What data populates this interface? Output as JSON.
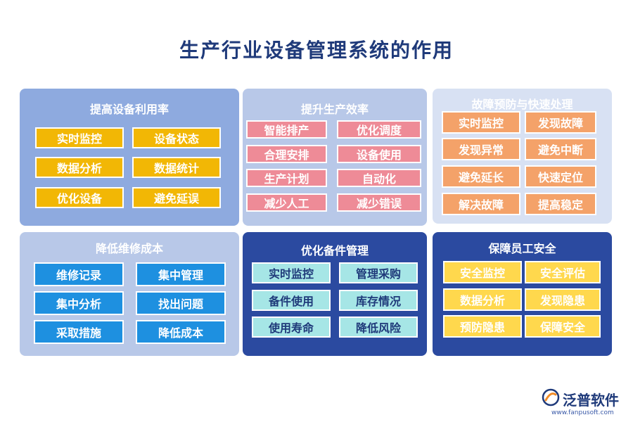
{
  "title": "生产行业设备管理系统的作用",
  "panels": [
    {
      "title": "提高设备利用率",
      "tags": [
        "实时监控",
        "设备状态",
        "数据分析",
        "数据统计",
        "优化设备",
        "避免延误"
      ]
    },
    {
      "title": "提升生产效率",
      "tags": [
        "智能排产",
        "优化调度",
        "合理安排",
        "设备使用",
        "生产计划",
        "自动化",
        "减少人工",
        "减少错误"
      ]
    },
    {
      "title": "故障预防与快速处理",
      "tags": [
        "实时监控",
        "发现故障",
        "发现异常",
        "避免中断",
        "避免延长",
        "快速定位",
        "解决故障",
        "提高稳定"
      ]
    },
    {
      "title": "降低维修成本",
      "tags": [
        "维修记录",
        "集中管理",
        "集中分析",
        "找出问题",
        "采取措施",
        "降低成本"
      ]
    },
    {
      "title": "优化备件管理",
      "tags": [
        "实时监控",
        "管理采购",
        "备件使用",
        "库存情况",
        "使用寿命",
        "降低风险"
      ]
    },
    {
      "title": "保障员工安全",
      "tags": [
        "安全监控",
        "安全评估",
        "数据分析",
        "发现隐患",
        "预防隐患",
        "保障安全"
      ]
    }
  ],
  "logo": {
    "name": "泛普软件",
    "url": "www.fanpusoft.com",
    "icon": "fanpu-logo-icon"
  }
}
